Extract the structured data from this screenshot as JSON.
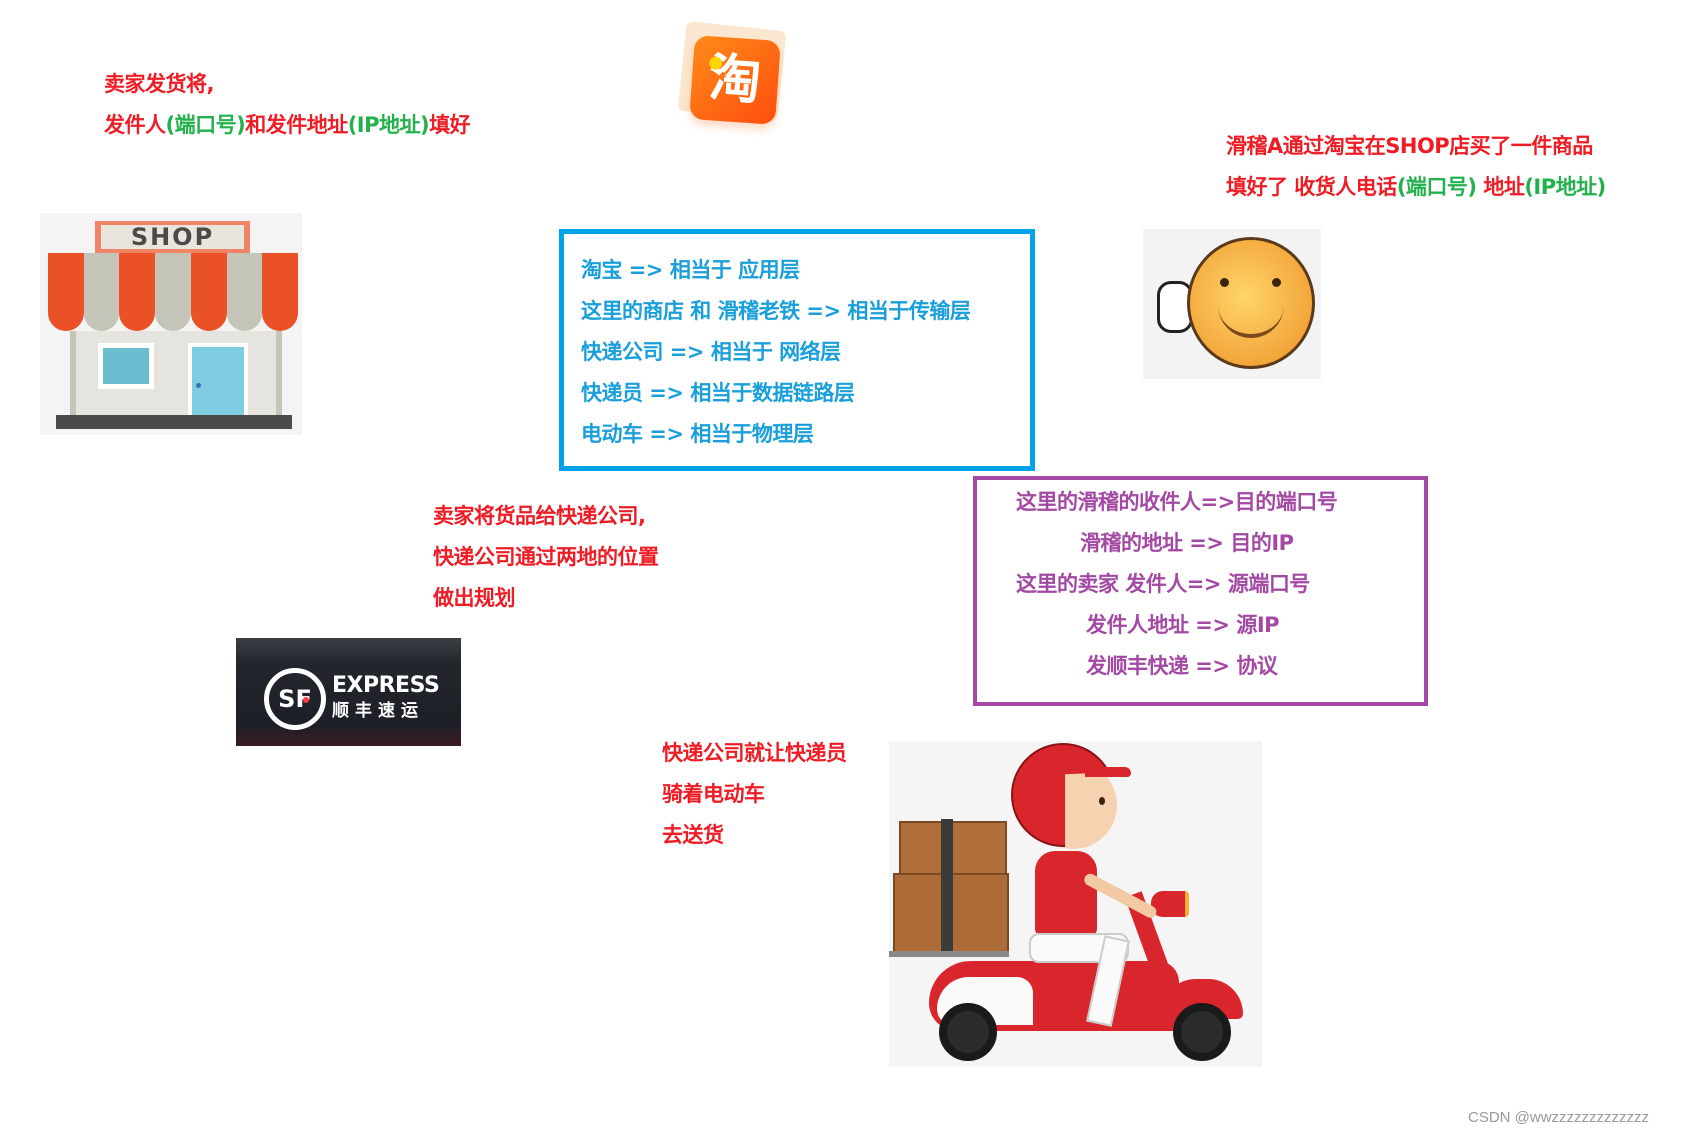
{
  "seller_note": {
    "line1": "卖家发货将,",
    "line2_parts": [
      {
        "text": "发件人",
        "color": "red"
      },
      {
        "text": "(端口号)",
        "color": "green"
      },
      {
        "text": "和发件地址",
        "color": "red"
      },
      {
        "text": "(IP地址)",
        "color": "green"
      },
      {
        "text": "填好",
        "color": "red"
      }
    ]
  },
  "buyer_note": {
    "line1": "滑稽A通过淘宝在SHOP店买了一件商品",
    "line2_parts": [
      {
        "text": "填好了 收货人电话",
        "color": "red"
      },
      {
        "text": "(端口号)",
        "color": "green"
      },
      {
        "text": " 地址",
        "color": "red"
      },
      {
        "text": "(IP地址)",
        "color": "green"
      }
    ]
  },
  "layer_mapping_box": {
    "border_color": "#00a2e8",
    "text_color": "#1a9fdb",
    "lines": [
      "淘宝 => 相当于 应用层",
      "这里的商店 和 滑稽老铁 => 相当于传输层",
      "快递公司 => 相当于 网络层",
      "快递员 => 相当于数据链路层",
      "电动车 => 相当于物理层"
    ]
  },
  "addressing_box": {
    "border_color": "#a349a4",
    "text_color": "#a349a4",
    "lines": [
      "这里的滑稽的收件人=>目的端口号",
      "滑稽的地址  => 目的IP",
      "这里的卖家 发件人=> 源端口号",
      "发件人地址 => 源IP",
      "发顺丰快递 =>   协议"
    ]
  },
  "express_note": {
    "lines": [
      "卖家将货品给快递公司,",
      "快递公司通过两地的位置",
      "做出规划"
    ]
  },
  "delivery_note": {
    "lines": [
      "快递公司就让快递员",
      "骑着电动车",
      "去送货"
    ]
  },
  "images": {
    "taobao_logo": {
      "glyph": "淘"
    },
    "shop": {
      "sign": "SHOP"
    },
    "sf_express": {
      "logo": "SF",
      "english": "EXPRESS",
      "chinese": "顺丰速运"
    }
  },
  "colors": {
    "red": "#ee1c25",
    "green": "#22b14c",
    "blue": "#00a2e8",
    "purple": "#a349a4"
  },
  "watermark": "CSDN @wwzzzzzzzzzzzzz"
}
